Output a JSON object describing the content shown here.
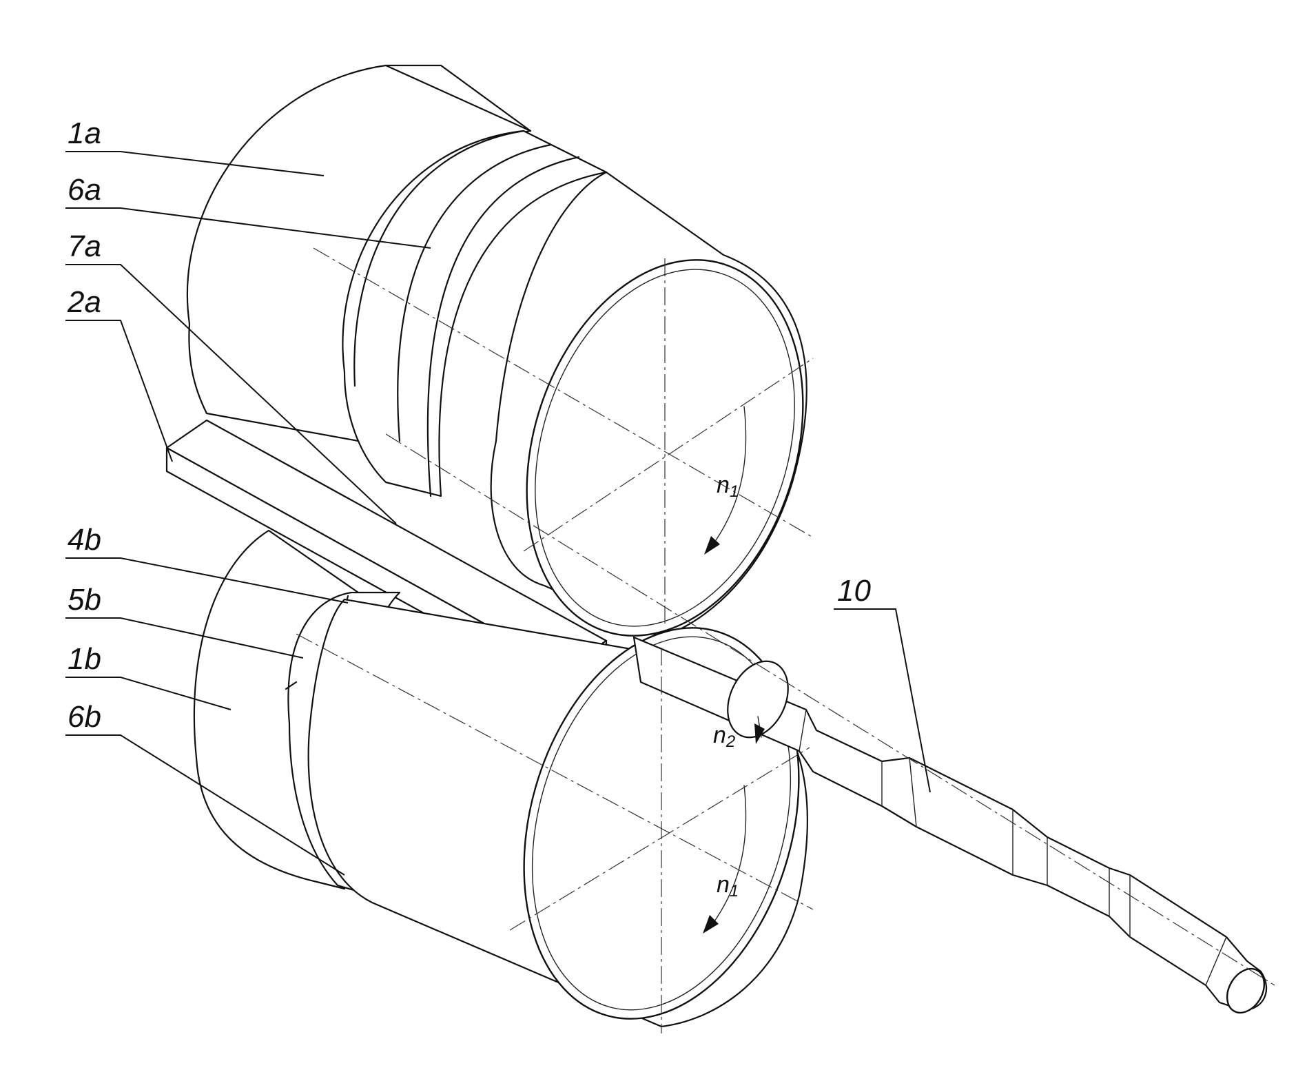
{
  "labels": {
    "l1a": "1a",
    "l6a": "6a",
    "l7a": "7a",
    "l2a": "2a",
    "l4b": "4b",
    "l5b": "5b",
    "l1b": "1b",
    "l6b": "6b",
    "l10": "10"
  },
  "rotation": {
    "n1_top_main": "n",
    "n1_top_sub": "1",
    "n1_bottom_main": "n",
    "n1_bottom_sub": "1",
    "n2_main": "n",
    "n2_sub": "2"
  }
}
